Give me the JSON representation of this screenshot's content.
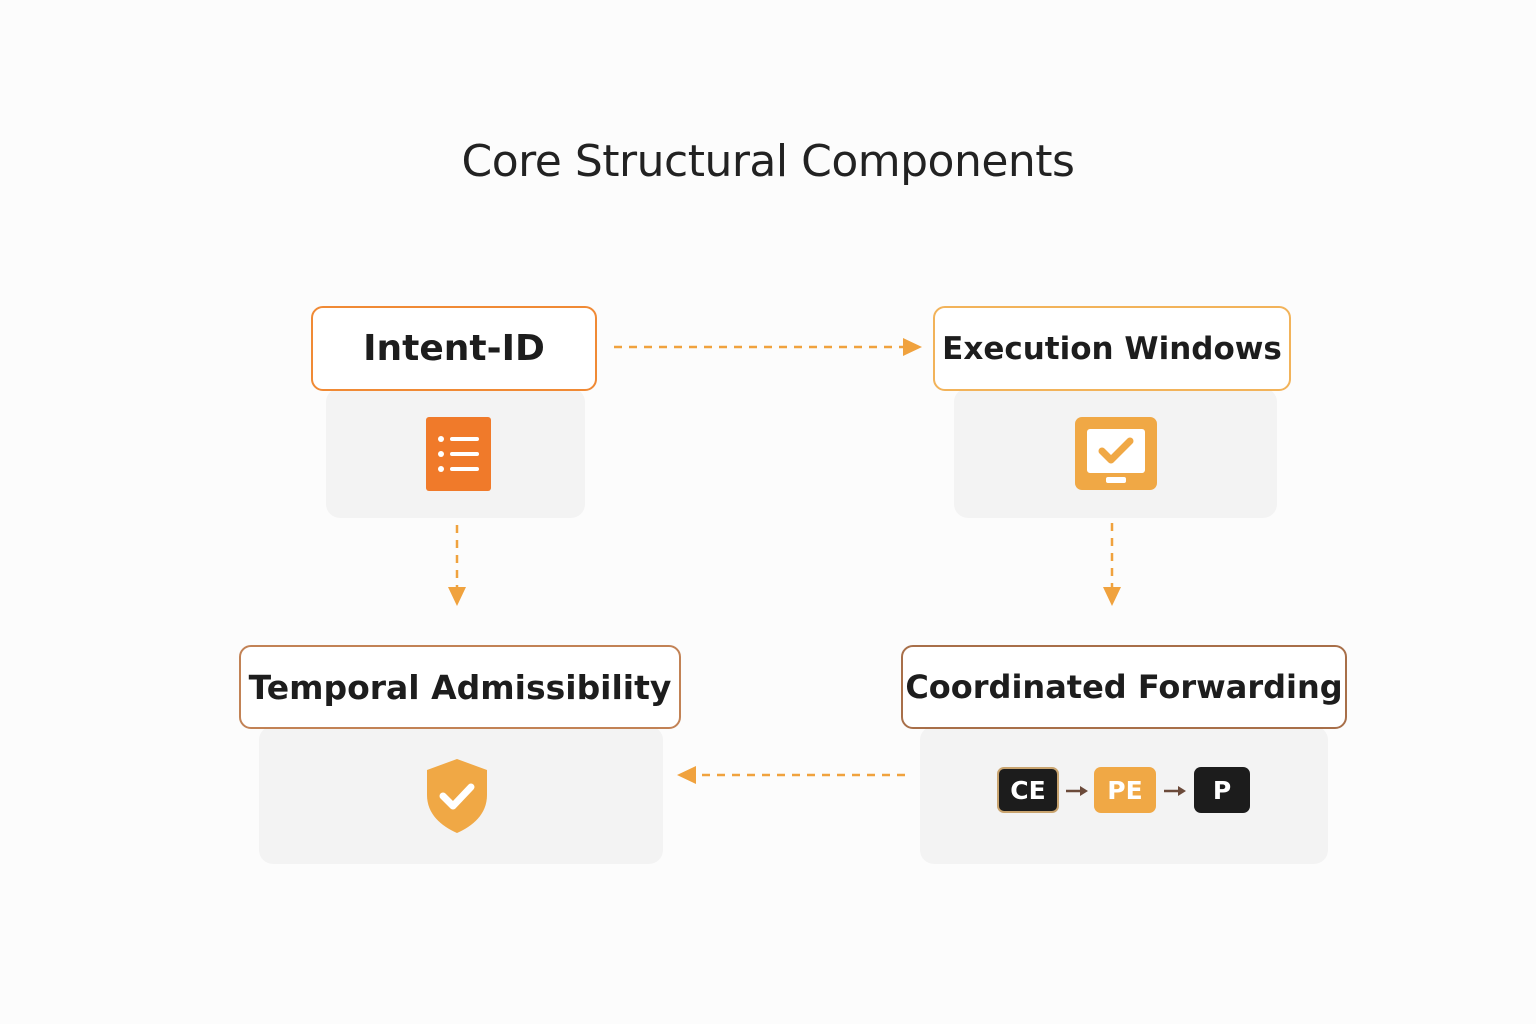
{
  "title": "Core Structural Components",
  "components": {
    "intent_id": {
      "label": "Intent-ID",
      "icon": "list-icon"
    },
    "execution_windows": {
      "label": "Execution Windows",
      "icon": "checkbox-check-icon"
    },
    "temporal_admissibility": {
      "label": "Temporal Admissibility",
      "icon": "shield-check-icon"
    },
    "coordinated_forwarding": {
      "label": "Coordinated Forwarding",
      "chain": [
        "CE",
        "PE",
        "P"
      ]
    }
  },
  "colors": {
    "orange": "#f07a2a",
    "amber": "#f0a845",
    "brown_border": "#b0774e",
    "dark": "#1c1c1c"
  }
}
